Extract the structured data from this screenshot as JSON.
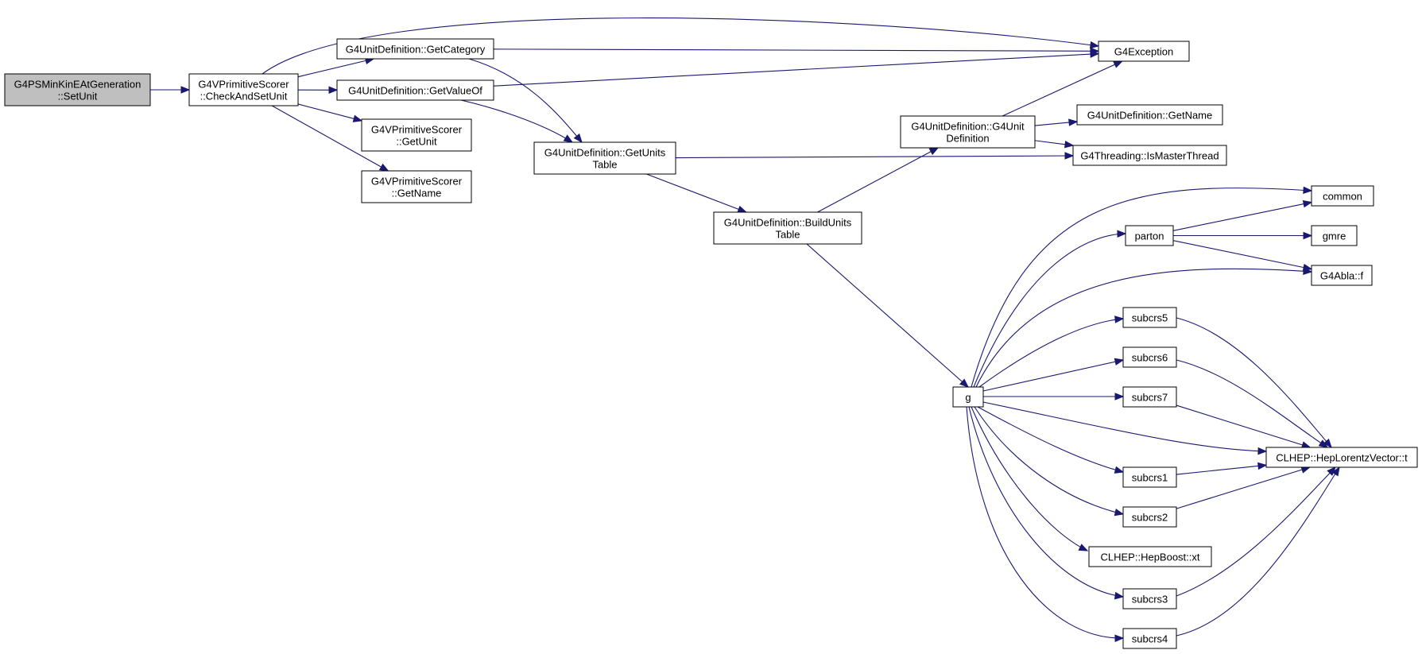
{
  "colors": {
    "edge": "#191970",
    "node_fill": "#ffffff",
    "root_fill": "#bfbfbf",
    "node_stroke": "#000000"
  },
  "nodes": [
    {
      "id": "root",
      "lines": [
        "G4PSMinKinEAtGeneration",
        "::SetUnit"
      ],
      "highlight": true
    },
    {
      "id": "checkandsetunit",
      "lines": [
        "G4VPrimitiveScorer",
        "::CheckAndSetUnit"
      ]
    },
    {
      "id": "getcategory",
      "lines": [
        "G4UnitDefinition::GetCategory"
      ]
    },
    {
      "id": "getvalueof",
      "lines": [
        "G4UnitDefinition::GetValueOf"
      ]
    },
    {
      "id": "getunit",
      "lines": [
        "G4VPrimitiveScorer",
        "::GetUnit"
      ]
    },
    {
      "id": "getname-scorer",
      "lines": [
        "G4VPrimitiveScorer",
        "::GetName"
      ]
    },
    {
      "id": "getunitstable",
      "lines": [
        "G4UnitDefinition::GetUnits",
        "Table"
      ]
    },
    {
      "id": "buildunitstable",
      "lines": [
        "G4UnitDefinition::BuildUnits",
        "Table"
      ]
    },
    {
      "id": "g4unitdefinition",
      "lines": [
        "G4UnitDefinition::G4Unit",
        "Definition"
      ]
    },
    {
      "id": "g4exception",
      "lines": [
        "G4Exception"
      ]
    },
    {
      "id": "getname-unitdef",
      "lines": [
        "G4UnitDefinition::GetName"
      ]
    },
    {
      "id": "ismasterthread",
      "lines": [
        "G4Threading::IsMasterThread"
      ]
    },
    {
      "id": "g",
      "lines": [
        "g"
      ]
    },
    {
      "id": "common",
      "lines": [
        "common"
      ]
    },
    {
      "id": "parton",
      "lines": [
        "parton"
      ]
    },
    {
      "id": "gmre",
      "lines": [
        "gmre"
      ]
    },
    {
      "id": "g4abla-f",
      "lines": [
        "G4Abla::f"
      ]
    },
    {
      "id": "subcrs5",
      "lines": [
        "subcrs5"
      ]
    },
    {
      "id": "subcrs6",
      "lines": [
        "subcrs6"
      ]
    },
    {
      "id": "subcrs7",
      "lines": [
        "subcrs7"
      ]
    },
    {
      "id": "heplorentzvector-t",
      "lines": [
        "CLHEP::HepLorentzVector::t"
      ]
    },
    {
      "id": "subcrs1",
      "lines": [
        "subcrs1"
      ]
    },
    {
      "id": "subcrs2",
      "lines": [
        "subcrs2"
      ]
    },
    {
      "id": "hepboost-xt",
      "lines": [
        "CLHEP::HepBoost::xt"
      ]
    },
    {
      "id": "subcrs3",
      "lines": [
        "subcrs3"
      ]
    },
    {
      "id": "subcrs4",
      "lines": [
        "subcrs4"
      ]
    }
  ],
  "edges": [
    {
      "from": "root",
      "to": "checkandsetunit"
    },
    {
      "from": "checkandsetunit",
      "to": "getcategory"
    },
    {
      "from": "checkandsetunit",
      "to": "getvalueof"
    },
    {
      "from": "checkandsetunit",
      "to": "getunit"
    },
    {
      "from": "checkandsetunit",
      "to": "getname-scorer"
    },
    {
      "from": "checkandsetunit",
      "to": "g4exception"
    },
    {
      "from": "getcategory",
      "to": "g4exception"
    },
    {
      "from": "getcategory",
      "to": "getunitstable"
    },
    {
      "from": "getvalueof",
      "to": "g4exception"
    },
    {
      "from": "getvalueof",
      "to": "getunitstable"
    },
    {
      "from": "getunitstable",
      "to": "buildunitstable"
    },
    {
      "from": "getunitstable",
      "to": "ismasterthread"
    },
    {
      "from": "buildunitstable",
      "to": "g4unitdefinition"
    },
    {
      "from": "buildunitstable",
      "to": "g"
    },
    {
      "from": "g4unitdefinition",
      "to": "g4exception"
    },
    {
      "from": "g4unitdefinition",
      "to": "getname-unitdef"
    },
    {
      "from": "g4unitdefinition",
      "to": "ismasterthread"
    },
    {
      "from": "g",
      "to": "common"
    },
    {
      "from": "g",
      "to": "parton"
    },
    {
      "from": "g",
      "to": "g4abla-f"
    },
    {
      "from": "g",
      "to": "subcrs5"
    },
    {
      "from": "g",
      "to": "subcrs6"
    },
    {
      "from": "g",
      "to": "subcrs7"
    },
    {
      "from": "g",
      "to": "heplorentzvector-t"
    },
    {
      "from": "g",
      "to": "subcrs1"
    },
    {
      "from": "g",
      "to": "subcrs2"
    },
    {
      "from": "g",
      "to": "hepboost-xt"
    },
    {
      "from": "g",
      "to": "subcrs3"
    },
    {
      "from": "g",
      "to": "subcrs4"
    },
    {
      "from": "parton",
      "to": "common"
    },
    {
      "from": "parton",
      "to": "gmre"
    },
    {
      "from": "parton",
      "to": "g4abla-f"
    },
    {
      "from": "subcrs5",
      "to": "heplorentzvector-t"
    },
    {
      "from": "subcrs6",
      "to": "heplorentzvector-t"
    },
    {
      "from": "subcrs7",
      "to": "heplorentzvector-t"
    },
    {
      "from": "subcrs1",
      "to": "heplorentzvector-t"
    },
    {
      "from": "subcrs2",
      "to": "heplorentzvector-t"
    },
    {
      "from": "subcrs3",
      "to": "heplorentzvector-t"
    },
    {
      "from": "subcrs4",
      "to": "heplorentzvector-t"
    }
  ]
}
